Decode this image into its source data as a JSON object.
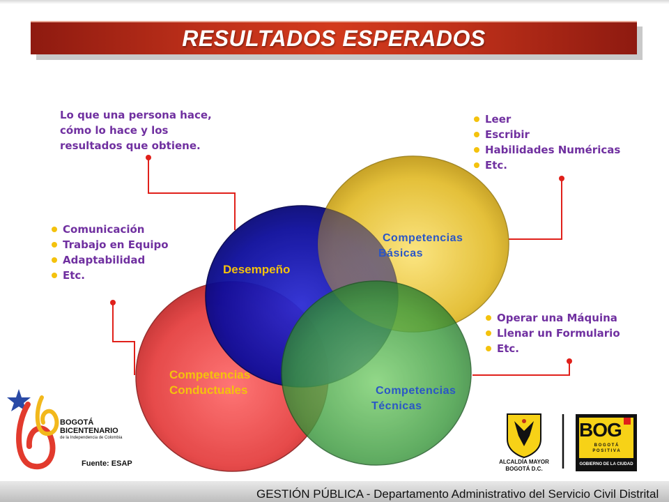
{
  "title": "RESULTADOS ESPERADOS",
  "desempeno_description": [
    "Lo que una persona hace,",
    "cómo lo hace y los",
    "resultados que obtiene."
  ],
  "basicas_list": [
    "Leer",
    "Escribir",
    "Habilidades Numéricas",
    "Etc."
  ],
  "conductuales_list": [
    "Comunicación",
    "Trabajo en Equipo",
    "Adaptabilidad",
    "Etc."
  ],
  "tecnicas_list": [
    "Operar una Máquina",
    "Llenar un Formulario",
    "Etc."
  ],
  "circles": {
    "desempeno": "Desempeño",
    "basicas": [
      "Competencias",
      "Básicas"
    ],
    "conductuales": [
      "Competencias",
      "Conductuales"
    ],
    "tecnicas": [
      "Competencias",
      "Técnicas"
    ]
  },
  "colors": {
    "title_banner": "#c0311a",
    "list_text": "#7030a0",
    "bullet": "#f4c20d",
    "connector": "#e0201a",
    "circle_desempeno": "#0b0b8a",
    "circle_basicas": "#e6c034",
    "circle_conductuales": "#e43b3b",
    "circle_tecnicas": "#2e8b3a"
  },
  "source": "Fuente: ESAP",
  "logos": {
    "bicentenario": [
      "BOGOTÁ",
      "BICENTENARIO",
      "de la Independencia de Colombia"
    ],
    "alcaldia": [
      "ALCALDÍA MAYOR",
      "BOGOTÁ D.C."
    ],
    "bog": [
      "BOG",
      "B O G O T Á",
      "P O S I T I V A",
      "GOBIERNO DE LA CIUDAD"
    ]
  },
  "footer": "GESTIÓN PÚBLICA - Departamento Administrativo del Servicio Civil Distrital"
}
